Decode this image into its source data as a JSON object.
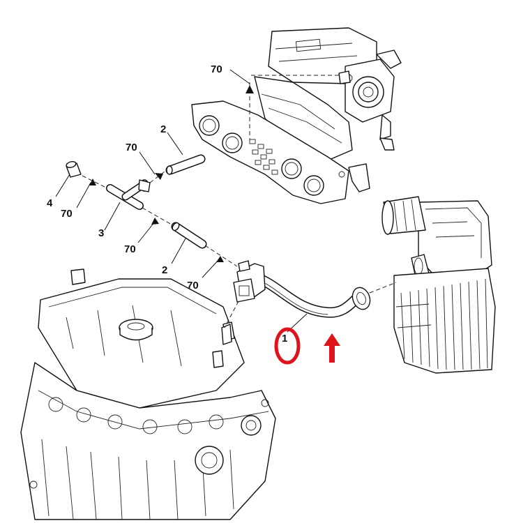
{
  "callouts": [
    {
      "id": "c70-top",
      "text": "70"
    },
    {
      "id": "c2-top",
      "text": "2"
    },
    {
      "id": "c70-mid",
      "text": "70"
    },
    {
      "id": "c4",
      "text": "4"
    },
    {
      "id": "c70-left",
      "text": "70"
    },
    {
      "id": "c3",
      "text": "3"
    },
    {
      "id": "c70-low",
      "text": "70"
    },
    {
      "id": "c2-low",
      "text": "2"
    },
    {
      "id": "c70-bottom",
      "text": "70"
    },
    {
      "id": "c1",
      "text": "1"
    }
  ],
  "highlight": {
    "circle_color": "#e0121b",
    "arrow_color": "#e0121b"
  }
}
